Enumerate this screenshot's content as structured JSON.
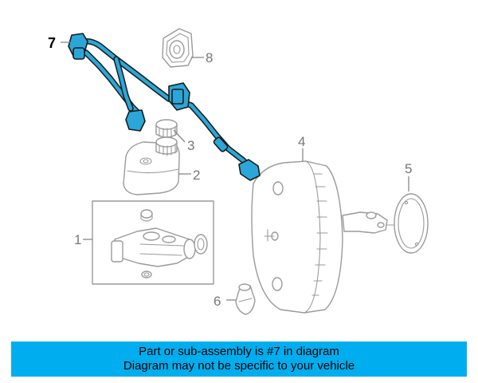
{
  "callouts": [
    {
      "id": "1",
      "label": "1"
    },
    {
      "id": "2",
      "label": "2"
    },
    {
      "id": "3",
      "label": "3"
    },
    {
      "id": "4",
      "label": "4"
    },
    {
      "id": "5",
      "label": "5"
    },
    {
      "id": "6",
      "label": "6"
    },
    {
      "id": "7",
      "label": "7"
    },
    {
      "id": "8",
      "label": "8"
    }
  ],
  "banner": {
    "line1": "Part or sub-assembly is #7 in diagram",
    "line2": "Diagram may not be specific to your vehicle"
  },
  "colors": {
    "highlight": "#2aa7d8",
    "banner": "#00aeef",
    "outline": "#9a9a9a"
  }
}
